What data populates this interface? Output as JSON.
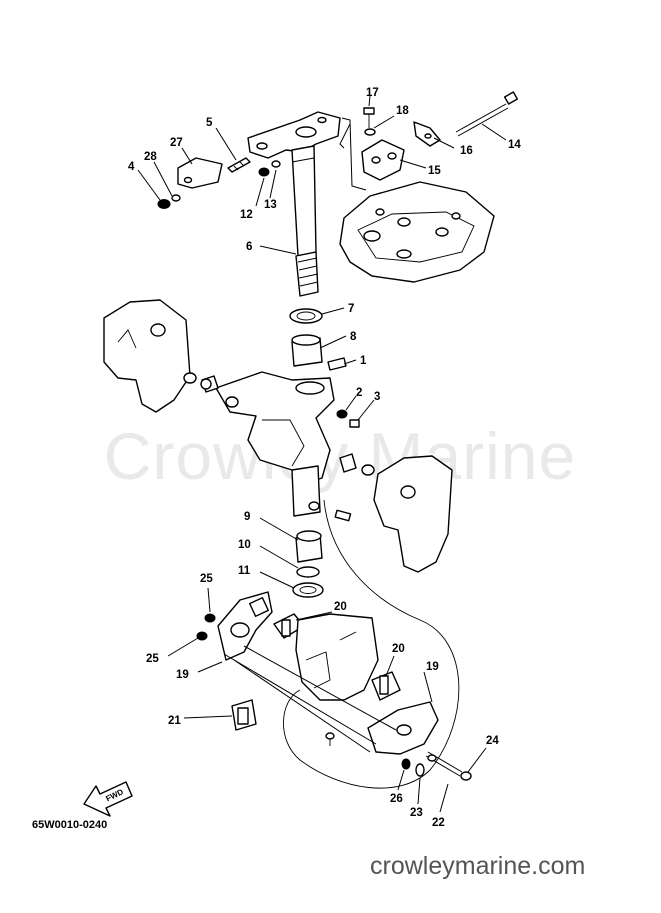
{
  "watermark": "Crowley Marine",
  "drawing_code": "65W0010-0240",
  "site_url": "crowleymarine.com",
  "fwd_label": "FWD",
  "callouts": {
    "c1": "1",
    "c2": "2",
    "c3": "3",
    "c4": "4",
    "c5": "5",
    "c6": "6",
    "c7": "7",
    "c8": "8",
    "c9": "9",
    "c10": "10",
    "c11": "11",
    "c12": "12",
    "c13": "13",
    "c14": "14",
    "c15": "15",
    "c16": "16",
    "c17": "17",
    "c18": "18",
    "c19a": "19",
    "c19b": "19",
    "c20a": "20",
    "c20b": "20",
    "c21": "21",
    "c22": "22",
    "c23": "23",
    "c24": "24",
    "c25a": "25",
    "c25b": "25",
    "c26": "26",
    "c27": "27",
    "c28": "28"
  }
}
